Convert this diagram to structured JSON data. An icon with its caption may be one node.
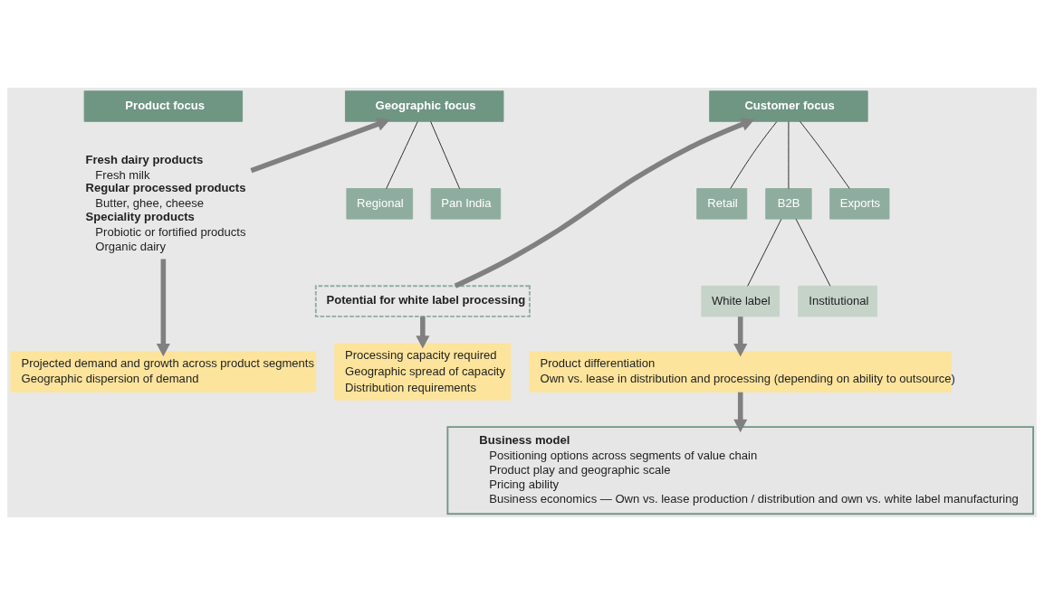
{
  "diagram": {
    "nodes": [
      {
        "text": [
          "Product focus"
        ]
      },
      {
        "text": [
          "Fresh dairy products",
          "Fresh milk",
          "Regular processed products",
          "Butter, ghee, cheese",
          "Speciality products",
          "Probiotic or fortified products",
          "Organic dairy"
        ]
      },
      {
        "text": [
          "Projected demand and growth across product segments",
          "Geographic dispersion of demand"
        ]
      },
      {
        "text": [
          "Geographic focus"
        ]
      },
      {
        "text": [
          "Regional"
        ]
      },
      {
        "text": [
          "Pan India"
        ]
      },
      {
        "text": [
          "Potential for white label processing"
        ]
      },
      {
        "text": [
          "Processing capacity required",
          "Geographic spread of capacity",
          "Distribution requirements"
        ]
      },
      {
        "text": [
          "Customer focus"
        ]
      },
      {
        "text": [
          "Retail"
        ]
      },
      {
        "text": [
          "B2B"
        ]
      },
      {
        "text": [
          "Exports"
        ]
      },
      {
        "text": [
          "White label"
        ]
      },
      {
        "text": [
          "Institutional"
        ]
      },
      {
        "text": [
          "Product differentiation",
          "Own vs. lease in distribution and processing (depending on ability to outsource)"
        ]
      },
      {
        "text": [
          "Business model",
          "Positioning options across segments of value chain",
          "Product play and geographic scale",
          "Pricing ability",
          "Business economics — Own vs. lease production / distribution and own vs. white label manufacturing"
        ]
      }
    ],
    "edges": [
      {
        "from": 1,
        "to": 2,
        "arrow": "to",
        "style": "thick",
        "color": "#808080"
      },
      {
        "from": 3,
        "to": 4,
        "arrow": "none"
      },
      {
        "from": 3,
        "to": 5,
        "arrow": "none"
      },
      {
        "from": 6,
        "to": 7,
        "arrow": "to",
        "style": "thick",
        "color": "#808080"
      },
      {
        "from": 8,
        "to": 9,
        "arrow": "none"
      },
      {
        "from": 8,
        "to": 10,
        "arrow": "none"
      },
      {
        "from": 8,
        "to": 11,
        "arrow": "none"
      },
      {
        "from": 10,
        "to": 12,
        "arrow": "none"
      },
      {
        "from": 10,
        "to": 13,
        "arrow": "none"
      },
      {
        "from": 12,
        "to": 14,
        "arrow": "to",
        "style": "thick",
        "color": "#808080"
      },
      {
        "from": 1,
        "to": 3,
        "arrow": "to",
        "style": "thick",
        "color": "#808080"
      },
      {
        "from": 6,
        "to": 8,
        "arrow": "to",
        "style": "thick",
        "color": "#808080"
      },
      {
        "from": 14,
        "to": 15,
        "arrow": "to",
        "style": "thick",
        "color": "#808080"
      }
    ]
  }
}
